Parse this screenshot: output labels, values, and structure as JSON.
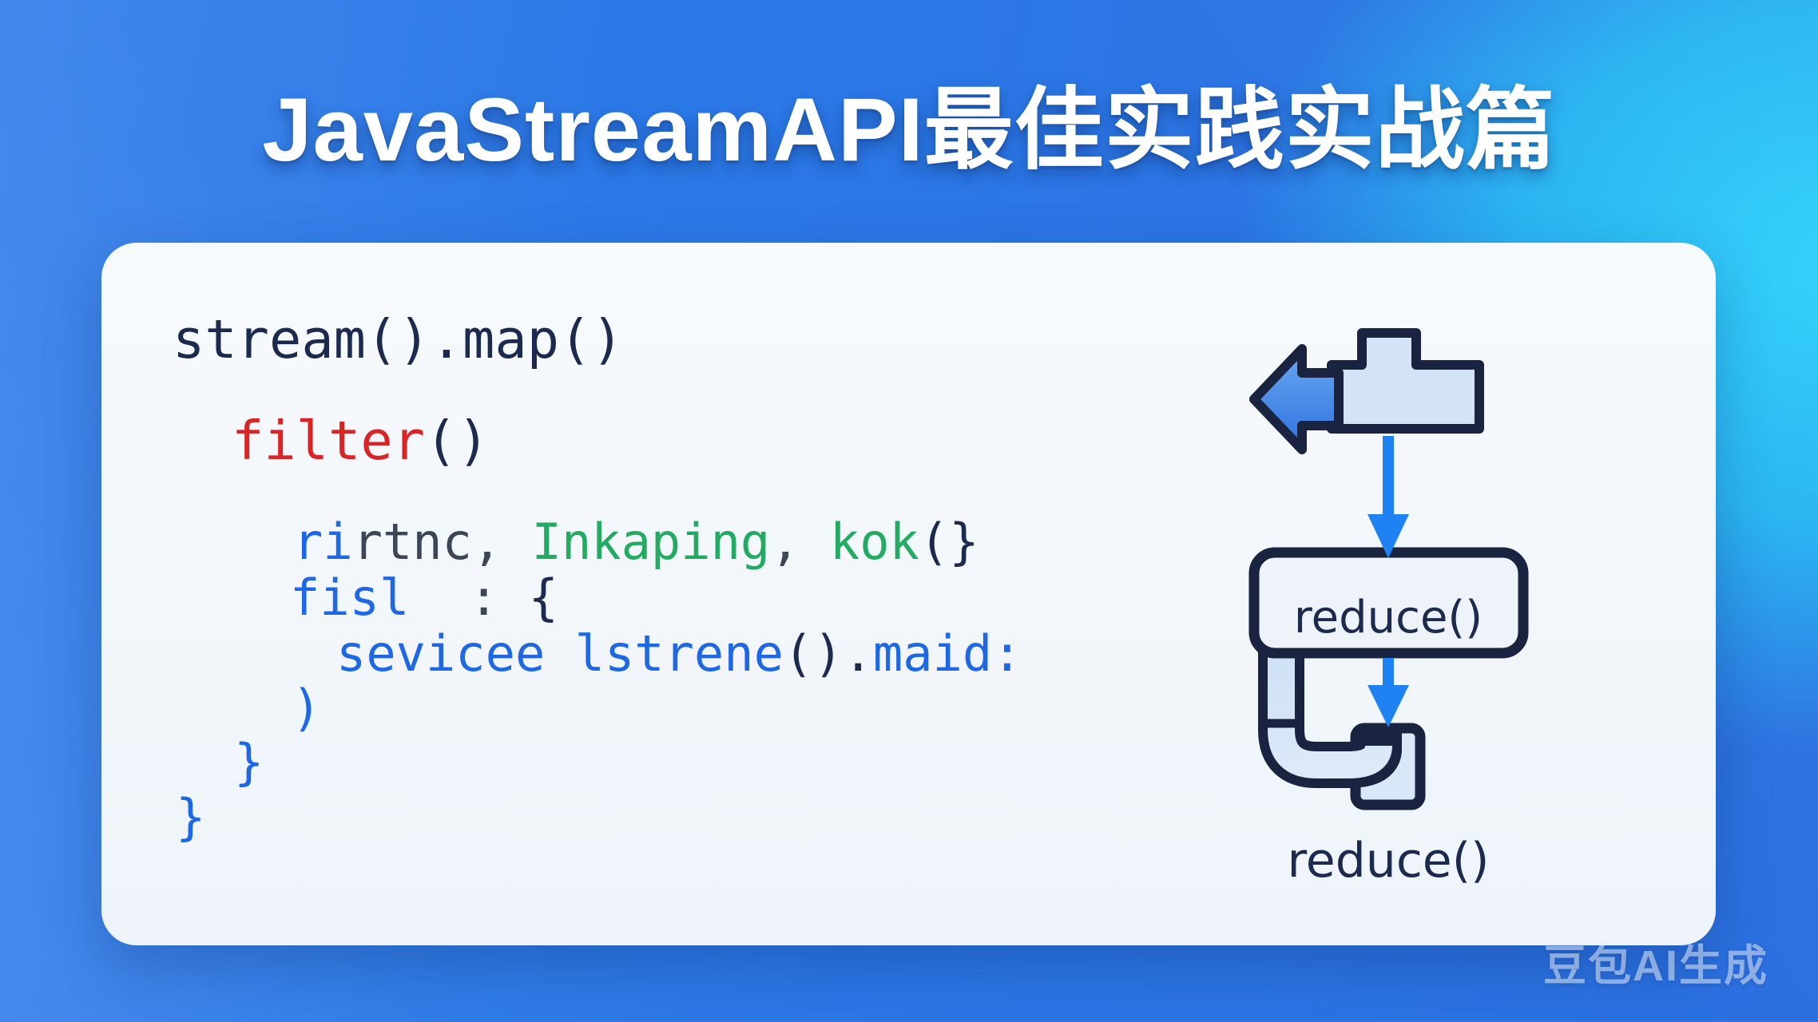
{
  "title": "JavaStreamAPI最佳实践实战篇",
  "watermark": {
    "text": "豆包AI生成"
  },
  "colors": {
    "background_blue": "#2b74e4",
    "background_cyan": "#2ed2fa",
    "card_background": "#f5f9fd",
    "code_navy": "#1b2a4e",
    "code_red": "#d92525",
    "code_blue": "#1e68e6",
    "code_slate": "#3d4656",
    "code_green": "#23ab62",
    "arrow_blue": "#1e82f2",
    "shape_outline_navy": "#1a2440",
    "pipe_fill": "#d3e4f7",
    "box_fill": "#eef3f9"
  },
  "code_panel": {
    "lines": [
      {
        "segments": [
          {
            "text": "stream().map()",
            "color": "#1b2a4e"
          }
        ]
      },
      {
        "segments": [
          {
            "text": "filter",
            "color": "#d92525"
          },
          {
            "text": "()",
            "color": "#1b2a4e"
          }
        ]
      },
      {
        "segments": [
          {
            "text": "ri",
            "color": "#1e68e6"
          },
          {
            "text": "rtnc, ",
            "color": "#3d4656"
          },
          {
            "text": "Inkaping",
            "color": "#23ab62"
          },
          {
            "text": ", ",
            "color": "#3d4656"
          },
          {
            "text": "kok",
            "color": "#23ab62"
          },
          {
            "text": "(}",
            "color": "#1b2a4e"
          }
        ]
      },
      {
        "segments": [
          {
            "text": "fisl",
            "color": "#1e68e6"
          },
          {
            "text": "  :",
            "color": "#3d4656"
          },
          {
            "text": " {",
            "color": "#1b2a4e"
          }
        ]
      },
      {
        "segments": [
          {
            "text": "sevicee lstrene",
            "color": "#1e68e6"
          },
          {
            "text": "().",
            "color": "#1b2a4e"
          },
          {
            "text": "maid:",
            "color": "#1e68e6"
          }
        ]
      },
      {
        "segments": [
          {
            "text": ")",
            "color": "#1e68e6"
          }
        ]
      },
      {
        "segments": [
          {
            "text": "}",
            "color": "#1e68e6"
          }
        ]
      },
      {
        "segments": [
          {
            "text": "}",
            "color": "#1e68e6"
          }
        ]
      }
    ]
  },
  "diagram": {
    "box_label": "reduce()",
    "bottom_label": "reduce()",
    "shapes": [
      "left-arrow",
      "t-pipe-fitting",
      "down-arrow",
      "reduce-box",
      "down-arrow",
      "elbow-pipe",
      "connector-block"
    ]
  }
}
